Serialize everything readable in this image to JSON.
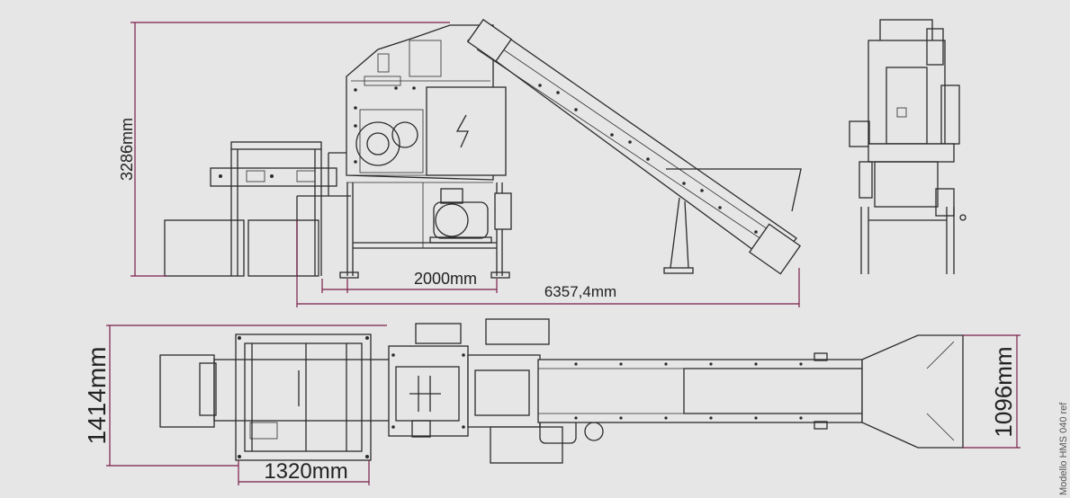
{
  "dimensions": {
    "height_side": "3286mm",
    "length_section": "2000mm",
    "total_length": "6357,4mm",
    "width_total": "1414mm",
    "hopper_width": "1096mm",
    "inlet_width": "1320mm"
  },
  "reference": "Modello HMS 040 ref",
  "colors": {
    "background": "#e6e6e6",
    "line": "#2b2b2b",
    "dimension": "#7a1f4a"
  }
}
